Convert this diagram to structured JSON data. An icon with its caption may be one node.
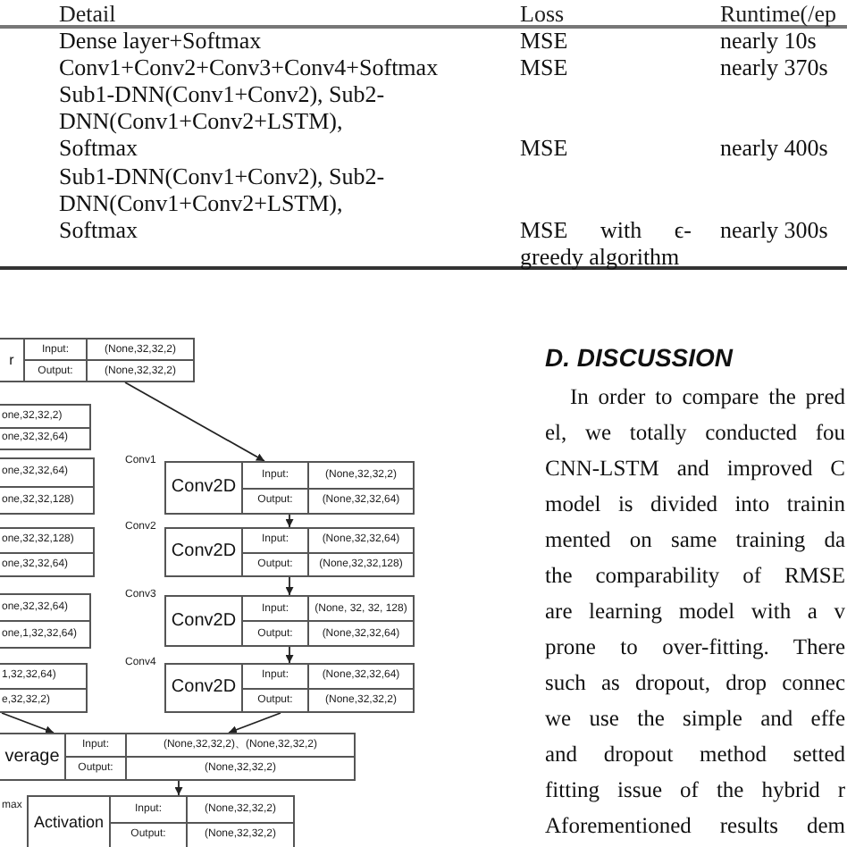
{
  "diagram": {
    "nodes": [
      {
        "text": [
          "r",
          "Input:",
          "(None,32,32,2)",
          "Output:",
          "(None,32,32,2)"
        ]
      },
      {
        "text": [
          "one,32,32,2)",
          "one,32,32,64)"
        ]
      },
      {
        "text": [
          "one,32,32,64)",
          "one,32,32,128)"
        ]
      },
      {
        "text": [
          "one,32,32,128)",
          "one,32,32,64)"
        ]
      },
      {
        "text": [
          "one,32,32,64)",
          "one,1,32,32,64)"
        ]
      },
      {
        "text": [
          "1,32,32,64)",
          "e,32,32,2)"
        ]
      },
      {
        "text": [
          "Conv2D",
          "Input:",
          "(None,32,32,2)",
          "Output:",
          "(None,32,32,64)"
        ],
        "beside": [
          "Conv1"
        ]
      },
      {
        "text": [
          "Conv2D",
          "Input:",
          "(None,32,32,64)",
          "Output:",
          "(None,32,32,128)"
        ],
        "beside": [
          "Conv2"
        ]
      },
      {
        "text": [
          "Conv2D",
          "Input:",
          "(None, 32, 32, 128)",
          "Output:",
          "(None,32,32,64)"
        ],
        "beside": [
          "Conv3"
        ]
      },
      {
        "text": [
          "Conv2D",
          "Input:",
          "(None,32,32,64)",
          "Output:",
          "(None,32,32,2)"
        ],
        "beside": [
          "Conv4"
        ]
      },
      {
        "text": [
          "verage",
          "Input:",
          "(None,32,32,2)、(None,32,32,2)",
          "Output:",
          "(None,32,32,2)"
        ]
      },
      {
        "text": [
          "Activation",
          "Input:",
          "(None,32,32,2)",
          "Output:",
          "(None,32,32,2)"
        ],
        "beside": [
          "max"
        ]
      }
    ],
    "edges": [
      {
        "from": 0,
        "to": 6,
        "arrow": "to"
      },
      {
        "from": 6,
        "to": 7,
        "arrow": "to"
      },
      {
        "from": 7,
        "to": 8,
        "arrow": "to"
      },
      {
        "from": 8,
        "to": 9,
        "arrow": "to"
      },
      {
        "from": 9,
        "to": 10,
        "arrow": "to"
      },
      {
        "from": 5,
        "to": 10,
        "arrow": "to"
      },
      {
        "from": 10,
        "to": 11,
        "arrow": "to"
      }
    ],
    "labels": [
      "Detail",
      "Loss",
      "Runtime(/ep",
      "Dense layer+Softmax",
      "MSE",
      "nearly 10s",
      "Conv1+Conv2+Conv3+Conv4+Softmax",
      "MSE",
      "nearly 370s",
      "Sub1-DNN(Conv1+Conv2), Sub2-DNN(Conv1+Conv2+LSTM), Softmax",
      "MSE",
      "nearly 400s",
      "Sub1-DNN(Conv1+Conv2), Sub2-DNN(Conv1+Conv2+LSTM), Softmax",
      "MSE with ϵ- greedy algorithm",
      "nearly 300s",
      "D. DISCUSSION",
      "In order to compare the pred",
      "el, we totally conducted fou",
      "CNN-LSTM and improved C",
      "model is divided into trainin",
      "mented on same training da",
      "the comparability of RMSE",
      "are learning model with a v",
      "prone to over-fitting. There",
      "such as dropout, drop connec",
      "we use the simple and effe",
      "and dropout method setted",
      "fitting issue of the hybrid r",
      "Aforementioned results dem"
    ]
  }
}
